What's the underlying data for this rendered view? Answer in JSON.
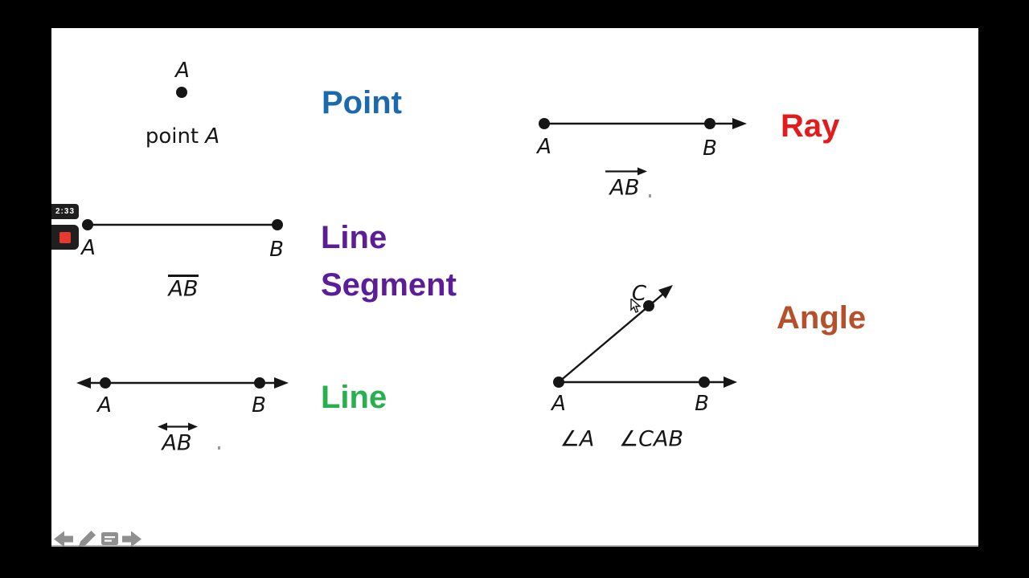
{
  "recorder": {
    "time": "2:33"
  },
  "figures": {
    "point": {
      "label": "A",
      "caption_word": "point",
      "caption_letter": "A"
    },
    "ray": {
      "endpoint_a": "A",
      "endpoint_b": "B",
      "notation": "AB"
    },
    "segment": {
      "endpoint_a": "A",
      "endpoint_b": "B",
      "notation": "AB"
    },
    "line": {
      "endpoint_a": "A",
      "endpoint_b": "B",
      "notation": "AB"
    },
    "angle": {
      "vertex_a": "A",
      "endpoint_b": "B",
      "point_c": "C",
      "name_short": "∠A",
      "name_full": "∠CAB"
    }
  },
  "headings": {
    "point": {
      "text": "Point",
      "color": "#1b6aae"
    },
    "ray": {
      "text": "Ray",
      "color": "#e41b1d"
    },
    "segment": {
      "line1": "Line",
      "line2": "Segment",
      "color": "#5c1d99"
    },
    "line": {
      "text": "Line",
      "color": "#27b14e"
    },
    "angle": {
      "text": "Angle",
      "color": "#b5502a"
    }
  },
  "toolbar": {
    "icons": [
      "back-arrow",
      "pencil",
      "notes",
      "forward-arrow"
    ]
  },
  "colors": {
    "page_bg": "#000000",
    "canvas_bg": "#ffffff",
    "ink": "#161616",
    "icon_gray": "#8f8f8f",
    "badge_bg": "#1f1f1f",
    "record_red": "#e8392e"
  }
}
